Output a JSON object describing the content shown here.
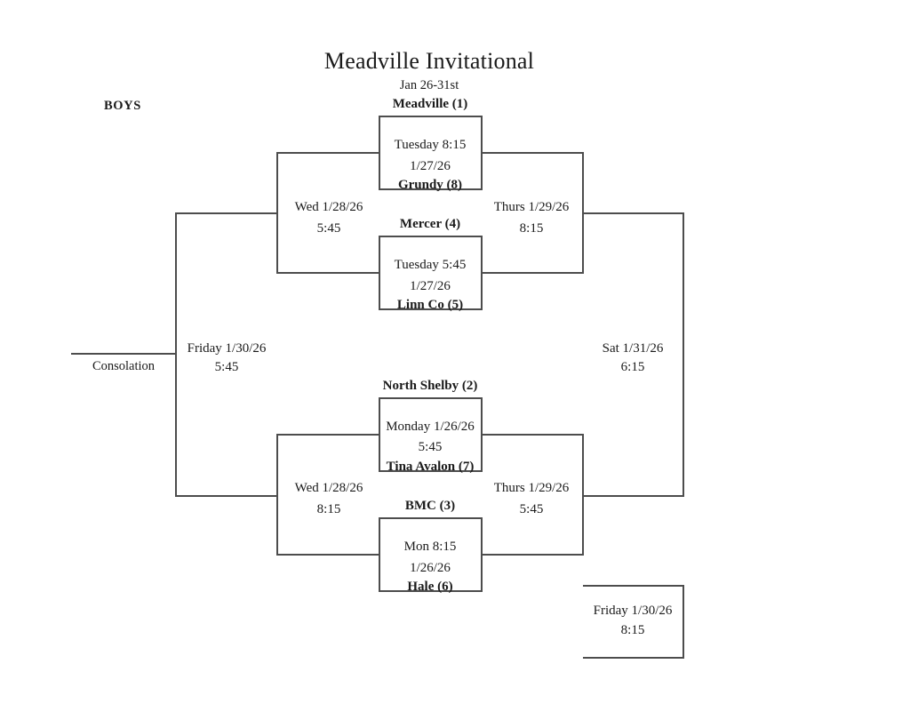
{
  "header": {
    "title": "Meadville Invitational",
    "subtitle": "Jan 26-31st",
    "division": "BOYS"
  },
  "bracket": {
    "type": "single-elimination-8-team",
    "matches": [
      {
        "id": "qf1",
        "top_team": "Meadville (1)",
        "bottom_team": "Grundy (8)",
        "line1": "Tuesday 8:15",
        "line2": "1/27/26"
      },
      {
        "id": "qf2",
        "top_team": "Mercer (4)",
        "bottom_team": "Linn Co (5)",
        "line1": "Tuesday 5:45",
        "line2": "1/27/26"
      },
      {
        "id": "qf3",
        "top_team": "North Shelby (2)",
        "bottom_team": "Tina Avalon (7)",
        "line1": "Monday 1/26/26",
        "line2": "5:45"
      },
      {
        "id": "qf4",
        "top_team": "BMC (3)",
        "bottom_team": "Hale (6)",
        "line1": "Mon 8:15",
        "line2": "1/26/26"
      }
    ],
    "rounds": [
      {
        "id": "semifinal-upper-left",
        "line1": "Wed 1/28/26",
        "line2": "5:45"
      },
      {
        "id": "semifinal-upper-right",
        "line1": "Thurs 1/29/26",
        "line2": "8:15"
      },
      {
        "id": "semifinal-lower-left",
        "line1": "Wed 1/28/26",
        "line2": "8:15"
      },
      {
        "id": "semifinal-lower-right",
        "line1": "Thurs 1/29/26",
        "line2": "5:45"
      },
      {
        "id": "final-left",
        "line1": "Friday 1/30/26",
        "line2": "5:45"
      },
      {
        "id": "final-right",
        "line1": "Sat 1/31/26",
        "line2": "6:15"
      },
      {
        "id": "consolation-final",
        "line1": "Friday 1/30/26",
        "line2": "8:15"
      }
    ],
    "consolation_label": "Consolation"
  },
  "style": {
    "line_color": "#4d4d4d",
    "text_color": "#1a1a1a",
    "background": "#ffffff"
  }
}
